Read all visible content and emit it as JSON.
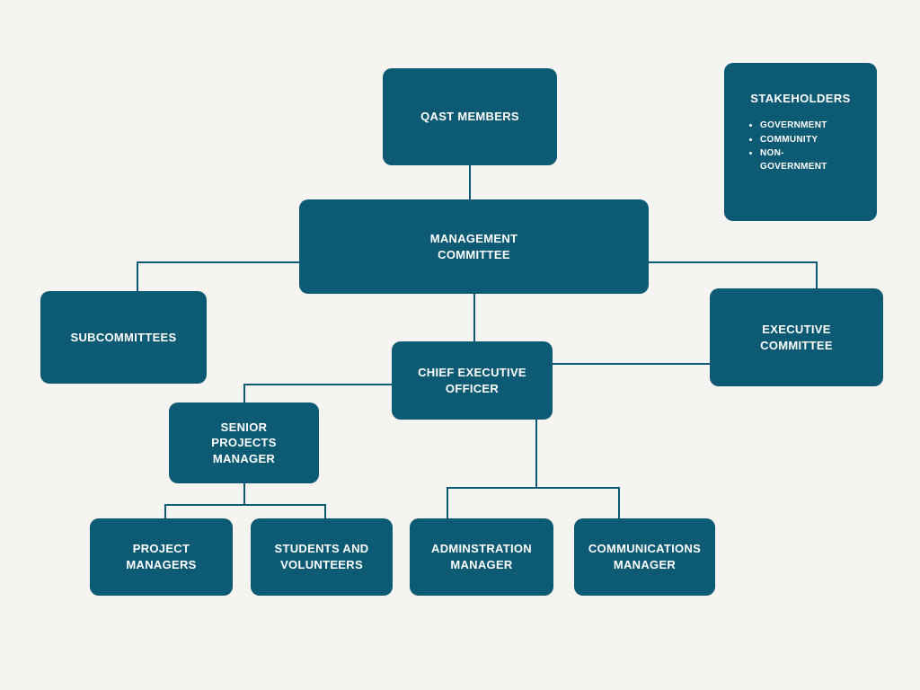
{
  "diagram": {
    "nodes": {
      "qast_members": {
        "label": "QAST MEMBERS"
      },
      "management_committee": {
        "label": "MANAGEMENT COMMITTEE"
      },
      "subcommittees": {
        "label": "SUBCOMMITTEES"
      },
      "executive_committee": {
        "label": "EXECUTIVE COMMITTEE"
      },
      "chief_executive_officer": {
        "label": "CHIEF EXECUTIVE OFFICER"
      },
      "senior_projects_manager": {
        "label": "SENIOR PROJECTS MANAGER"
      },
      "project_managers": {
        "label": "PROJECT MANAGERS"
      },
      "students_and_volunteers": {
        "label": "STUDENTS AND VOLUNTEERS"
      },
      "administration_manager": {
        "label": "ADMINSTRATION MANAGER"
      },
      "communications_manager": {
        "label": "COMMUNICATIONS MANAGER"
      }
    },
    "stakeholders": {
      "title": "STAKEHOLDERS",
      "items": [
        "GOVERNMENT",
        "COMMUNITY",
        "NON-GOVERNMENT"
      ]
    },
    "colors": {
      "box": "#0d5a75",
      "line": "#0d5a75",
      "background": "#f5f4f1",
      "text": "#ffffff"
    }
  }
}
